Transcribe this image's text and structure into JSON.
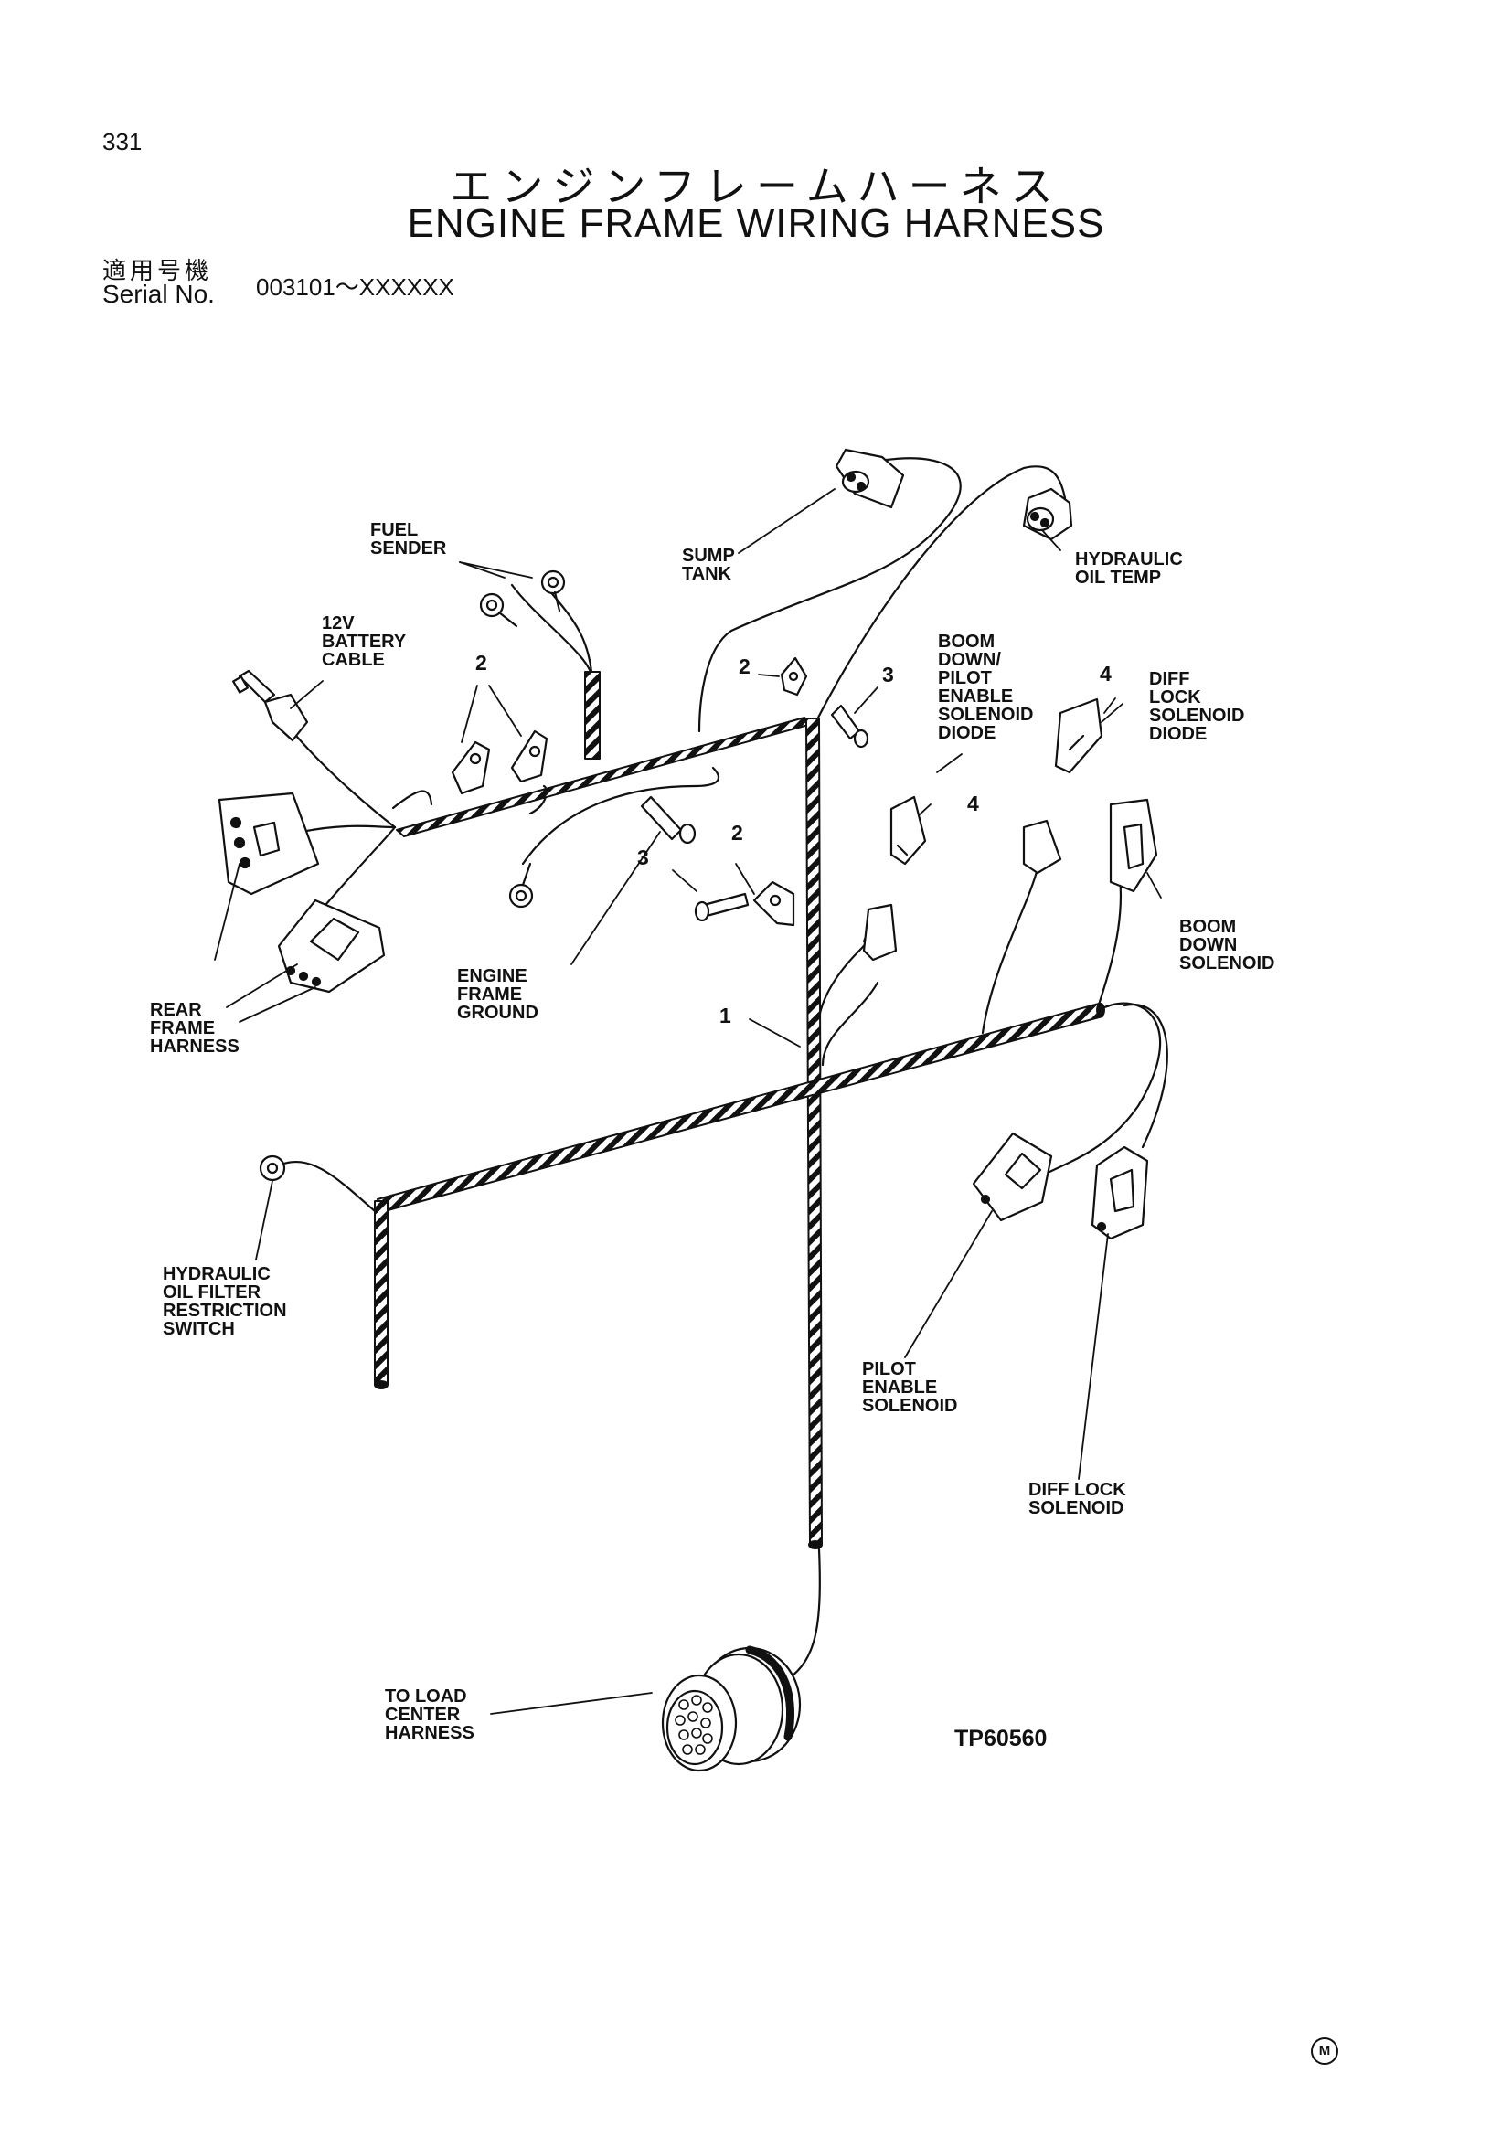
{
  "page_number": "331",
  "title_jp": "エンジンフレームハーネス",
  "title_en": "ENGINE FRAME WIRING HARNESS",
  "serial": {
    "label_jp": "適用号機",
    "label_en": "Serial No.",
    "value": "003101～XXXXXX"
  },
  "callouts": {
    "fuel_sender": [
      "FUEL",
      "SENDER"
    ],
    "battery_cable": [
      "12V",
      "BATTERY",
      "CABLE"
    ],
    "sump_tank": [
      "SUMP",
      "TANK"
    ],
    "hydraulic_oil_temp": [
      "HYDRAULIC",
      "OIL TEMP"
    ],
    "boom_down_pilot_diode": [
      "BOOM",
      "DOWN/",
      "PILOT",
      "ENABLE",
      "SOLENOID",
      "DIODE"
    ],
    "diff_lock_diode": [
      "DIFF",
      "LOCK",
      "SOLENOID",
      "DIODE"
    ],
    "boom_down_solenoid": [
      "BOOM",
      "DOWN",
      "SOLENOID"
    ],
    "engine_frame_ground": [
      "ENGINE",
      "FRAME",
      "GROUND"
    ],
    "rear_frame_harness": [
      "REAR",
      "FRAME",
      "HARNESS"
    ],
    "hydraulic_oil_filter": [
      "HYDRAULIC",
      "OIL FILTER",
      "RESTRICTION",
      "SWITCH"
    ],
    "pilot_enable_solenoid": [
      "PILOT",
      "ENABLE",
      "SOLENOID"
    ],
    "diff_lock_solenoid": [
      "DIFF LOCK",
      "SOLENOID"
    ],
    "to_load_center": [
      "TO LOAD",
      "CENTER",
      "HARNESS"
    ]
  },
  "item_numbers": {
    "n2_a": "2",
    "n2_b": "2",
    "n2_c": "2",
    "n3_a": "3",
    "n3_b": "3",
    "n4_a": "4",
    "n4_b": "4",
    "n1": "1"
  },
  "figure_code": "TP60560",
  "mark": "M"
}
